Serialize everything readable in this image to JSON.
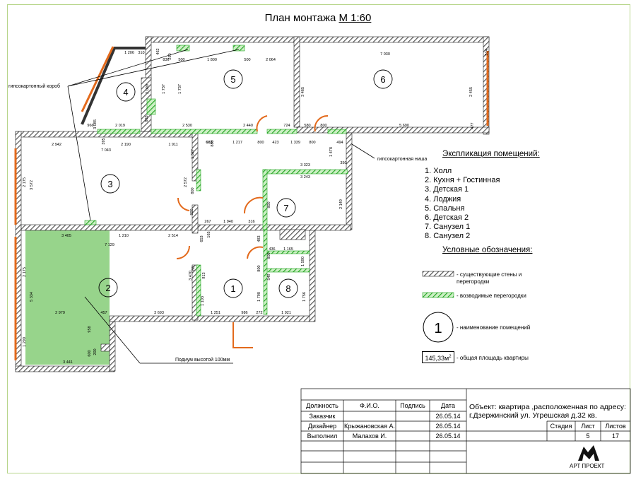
{
  "title": {
    "text": "План монтажа",
    "scale": "М 1:60"
  },
  "annotations": {
    "gkl_box": "гипсокартонный короб",
    "gkl_niche": "гипсокартонная ниша",
    "podium": "Подиум высотой 100мм"
  },
  "room_numbers": [
    "1",
    "2",
    "3",
    "4",
    "5",
    "6",
    "7",
    "8"
  ],
  "dimensions": [
    "1 206",
    "310",
    "462",
    "250",
    "500",
    "1 800",
    "500",
    "2 064",
    "7 030",
    "514",
    "836",
    "1 737",
    "2 099",
    "1 737",
    "3 465",
    "2 455",
    "3 085",
    "966",
    "2 019",
    "865",
    "2 530",
    "2 440",
    "724",
    "580",
    "800",
    "5 690",
    "477",
    "395",
    "663",
    "880",
    "2 942",
    "2 190",
    "1 911",
    "7 043",
    "683",
    "1 217",
    "800",
    "423",
    "1 339",
    "800",
    "1 478",
    "494",
    "1 327",
    "2 572",
    "800",
    "3 323",
    "350",
    "2 175",
    "3 572",
    "3 243",
    "2 149",
    "800",
    "800",
    "267",
    "1 940",
    "316",
    "3 405",
    "1 210",
    "2 514",
    "7 129",
    "483",
    "653",
    "165",
    "436",
    "1 165",
    "800",
    "1 590",
    "80",
    "3 470",
    "913",
    "1 798",
    "1 756",
    "2 175",
    "5 334",
    "2 979",
    "457",
    "3 693",
    "1 251",
    "986",
    "272",
    "1 921",
    "1 290",
    "3 441",
    "600",
    "958",
    "200",
    "1 103",
    "549",
    "800"
  ],
  "explication": {
    "heading": "Экспликация помещений:",
    "rooms": [
      "1. Холл",
      "2. Кухня +  Гостинная",
      "3. Детская 1",
      "4. Лоджия",
      "5. Спальня",
      "6. Детская 2",
      "7. Санузел 1",
      "8. Санузел 2"
    ]
  },
  "legend": {
    "heading": "Условные обозначения:",
    "existing": "- существующие стены и\nперегородки",
    "new_walls": "- возводимые перегородки",
    "room_marker_number": "1",
    "room_marker_text": "- наименование помещений",
    "total_area_value": "145,33м",
    "total_area_sup": "2",
    "total_area_text": "- общая площадь квартиры"
  },
  "title_block": {
    "headers": [
      "Должность",
      "Ф.И.О.",
      "Подпись",
      "Дата"
    ],
    "rows": [
      [
        "Заказчик",
        "",
        "",
        "26.05.14"
      ],
      [
        "Дизайнер",
        "Крыжановская А.",
        "",
        "26.05.14"
      ],
      [
        "Выполнил",
        "Малахов И.",
        "",
        "26.05.14"
      ]
    ],
    "object_line1": "Объект: квартира ,расположенная по адресу:",
    "object_line2": "г.Дзержинский ул. Угрешская д.32 кв.",
    "stage_headers": [
      "Стадия",
      "Лист",
      "Листов"
    ],
    "stage_values": [
      "",
      "5",
      "17"
    ],
    "logo": "АРТ ПРОЕКТ"
  },
  "colors": {
    "wall_hatch": "#555555",
    "new_wall": "#1fa31f",
    "kitchen_fill": "#8ccf7e",
    "door_arc": "#e36a1c",
    "frame": "#b7d58a"
  }
}
